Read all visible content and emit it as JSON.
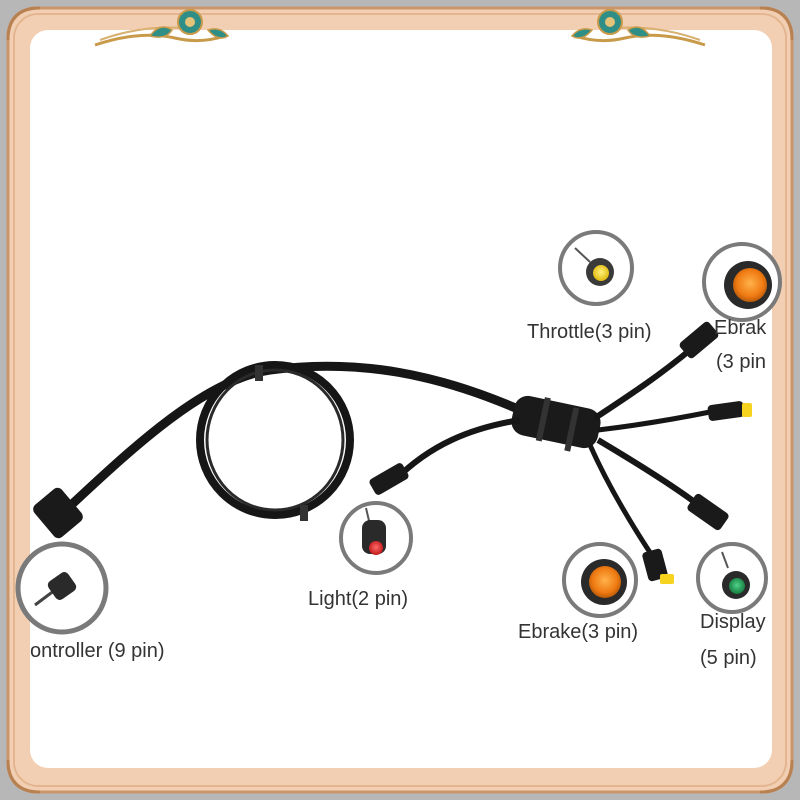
{
  "labels": {
    "throttle": "Throttle(3 pin)",
    "ebrake_top": "Ebrak",
    "ebrake_top_pin": "(3 pin",
    "light": "Light(2 pin)",
    "controller": "ontroller (9 pin)",
    "ebrake_bottom": "Ebrake(3 pin)",
    "display": "Display",
    "display_pin": "(5 pin)"
  },
  "colors": {
    "frame_outer": "#f0c9a8",
    "frame_border": "#c9956b",
    "panel": "#ffffff",
    "cable": "#1a1a1a",
    "ornament_teal": "#2f8f86",
    "ornament_gold": "#c89a4a",
    "connector_yellow": "#f5d31e",
    "connector_orange": "#f08a1e",
    "connector_red": "#e02a2a",
    "connector_green": "#1f9a52"
  }
}
